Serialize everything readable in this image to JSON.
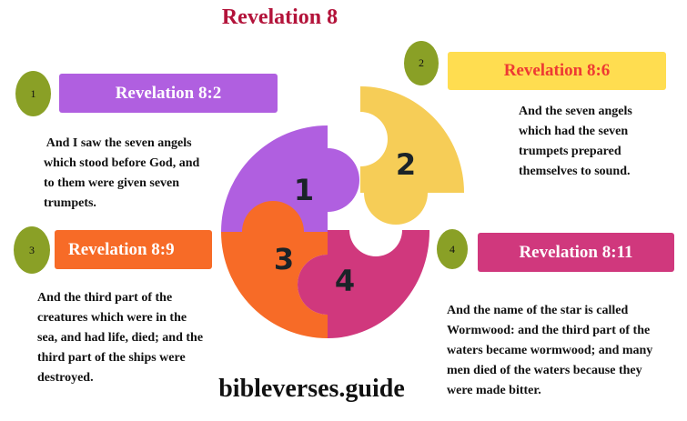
{
  "title": "Revelation 8",
  "colors": {
    "title": "#b3133a",
    "badge": "#8aa026",
    "piece1": "#b05fe0",
    "piece2": "#f6cd57",
    "piece3": "#f76b27",
    "piece4": "#d0387d",
    "label2_bg": "#ffdd50",
    "label2_text": "#ee3a33"
  },
  "items": [
    {
      "number": "1",
      "reference": "Revelation 8:2",
      "text": " And I saw the seven angels which stood before God, and to them were given seven trumpets.",
      "lines": [
        " And I saw the seven angels",
        "which stood before God, and",
        "to them were given seven",
        "trumpets."
      ]
    },
    {
      "number": "2",
      "reference": "Revelation 8:6",
      "text": "And the seven angels which had the seven trumpets prepared themselves to sound.",
      "lines": [
        "And the seven angels",
        "which had the seven",
        "trumpets prepared",
        "themselves to sound."
      ]
    },
    {
      "number": "3",
      "reference": "Revelation 8:9",
      "text": "And the third part of the creatures which were in the sea, and had life, died; and the third part of the ships were destroyed.",
      "lines": [
        "And the third part of the",
        "creatures which were in the",
        "sea, and had life, died; and the",
        "third part of the ships were",
        "destroyed."
      ]
    },
    {
      "number": "4",
      "reference": "Revelation 8:11",
      "text": "And the name of the star is called Wormwood: and the third part of the waters became wormwood; and many men died of the waters because they were made bitter.",
      "lines": [
        "And the name of the star is called",
        "Wormwood: and the third part of the",
        "waters became wormwood; and many",
        "men died of the waters because they",
        "were made bitter."
      ]
    }
  ],
  "puzzle": {
    "pieces": [
      "1",
      "2",
      "3",
      "4"
    ]
  },
  "footer": "bibleverses.guide"
}
